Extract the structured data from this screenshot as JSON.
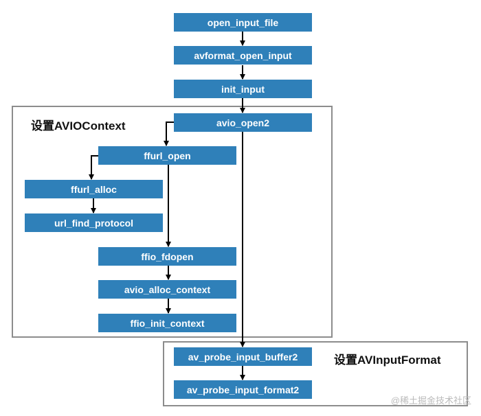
{
  "groups": {
    "avio_context": {
      "label": "设置AVIOContext"
    },
    "av_input_format": {
      "label": "设置AVInputFormat"
    }
  },
  "nodes": {
    "open_input_file": "open_input_file",
    "avformat_open_input": "avformat_open_input",
    "init_input": "init_input",
    "avio_open2": "avio_open2",
    "ffurl_open": "ffurl_open",
    "ffurl_alloc": "ffurl_alloc",
    "url_find_protocol": "url_find_protocol",
    "ffio_fdopen": "ffio_fdopen",
    "avio_alloc_context": "avio_alloc_context",
    "ffio_init_context": "ffio_init_context",
    "av_probe_input_buffer2": "av_probe_input_buffer2",
    "av_probe_input_format2": "av_probe_input_format2"
  },
  "watermark": "@稀土掘金技术社区",
  "colors": {
    "node_fill": "#2f80b9",
    "node_text": "#ffffff",
    "group_border": "#8c8c8c",
    "edge": "#000000"
  }
}
